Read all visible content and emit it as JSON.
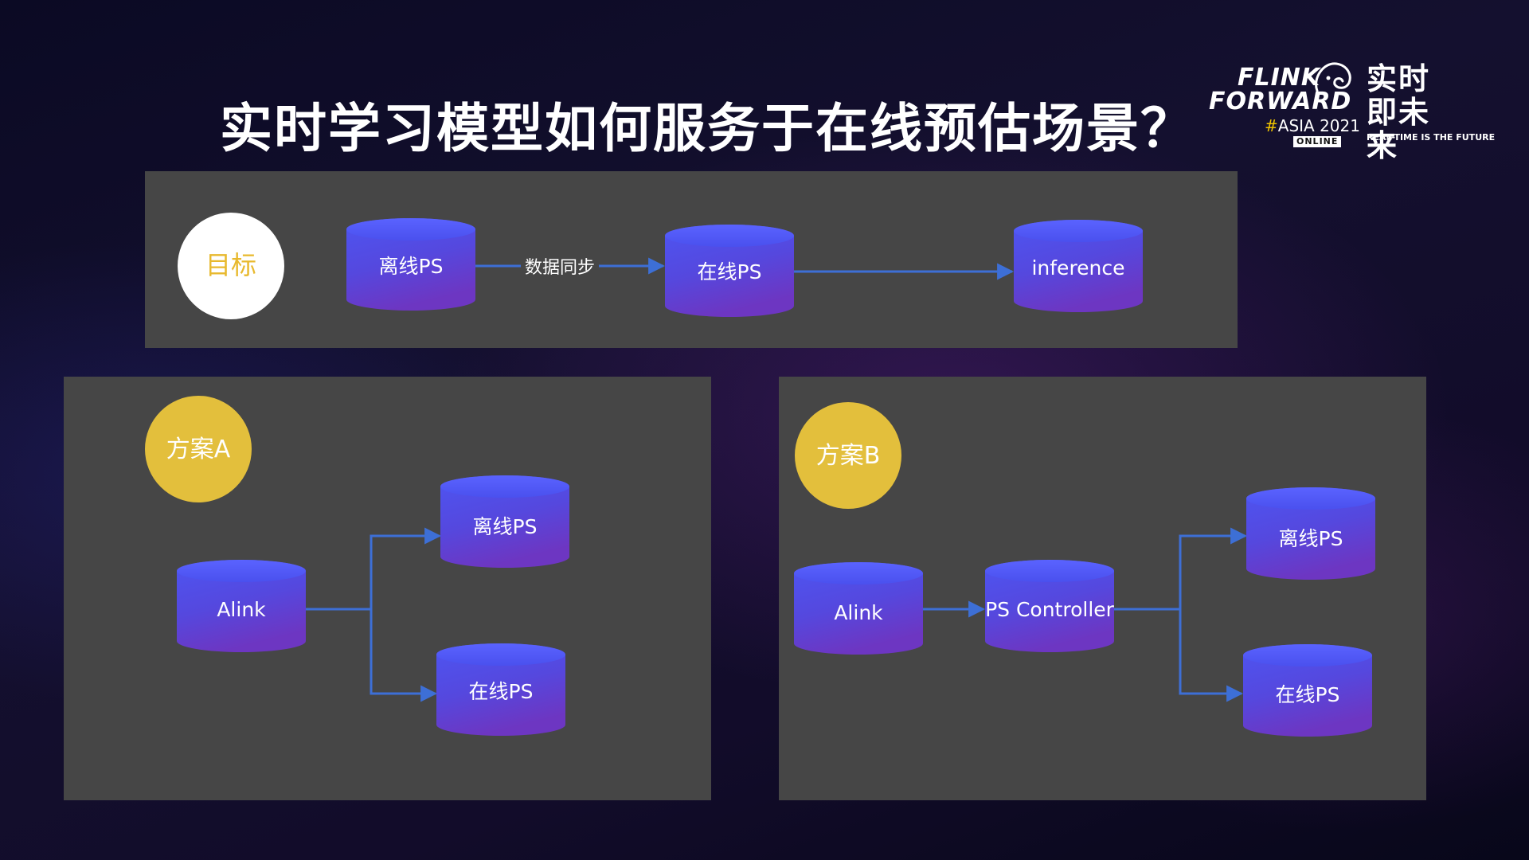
{
  "title": "实时学习模型如何服务于在线预估场景？",
  "logo": {
    "line1": "FLINK",
    "line2": "FORWARD",
    "hash": "#",
    "event": "ASIA 2021",
    "online": "ONLINE",
    "cn_line1": "实时",
    "cn_line2": "即未来",
    "tagline": "REAL-TIME IS THE FUTURE"
  },
  "colors": {
    "panel": "#464646",
    "cylinder_top": "#4d52f0",
    "cylinder_bottom": "#6a38c6",
    "arrow": "#3d6fd6",
    "goal_circle": "#ffffff",
    "goal_text": "#e8b92e",
    "plan_circle": "#e3bf3c"
  },
  "goal": {
    "badge": "目标",
    "offline_ps": "离线PS",
    "sync_label": "数据同步",
    "online_ps": "在线PS",
    "inference": "inference"
  },
  "plan_a": {
    "badge": "方案A",
    "source": "Alink",
    "offline_ps": "离线PS",
    "online_ps": "在线PS"
  },
  "plan_b": {
    "badge": "方案B",
    "source": "Alink",
    "controller": "PS Controller",
    "offline_ps": "离线PS",
    "online_ps": "在线PS"
  }
}
